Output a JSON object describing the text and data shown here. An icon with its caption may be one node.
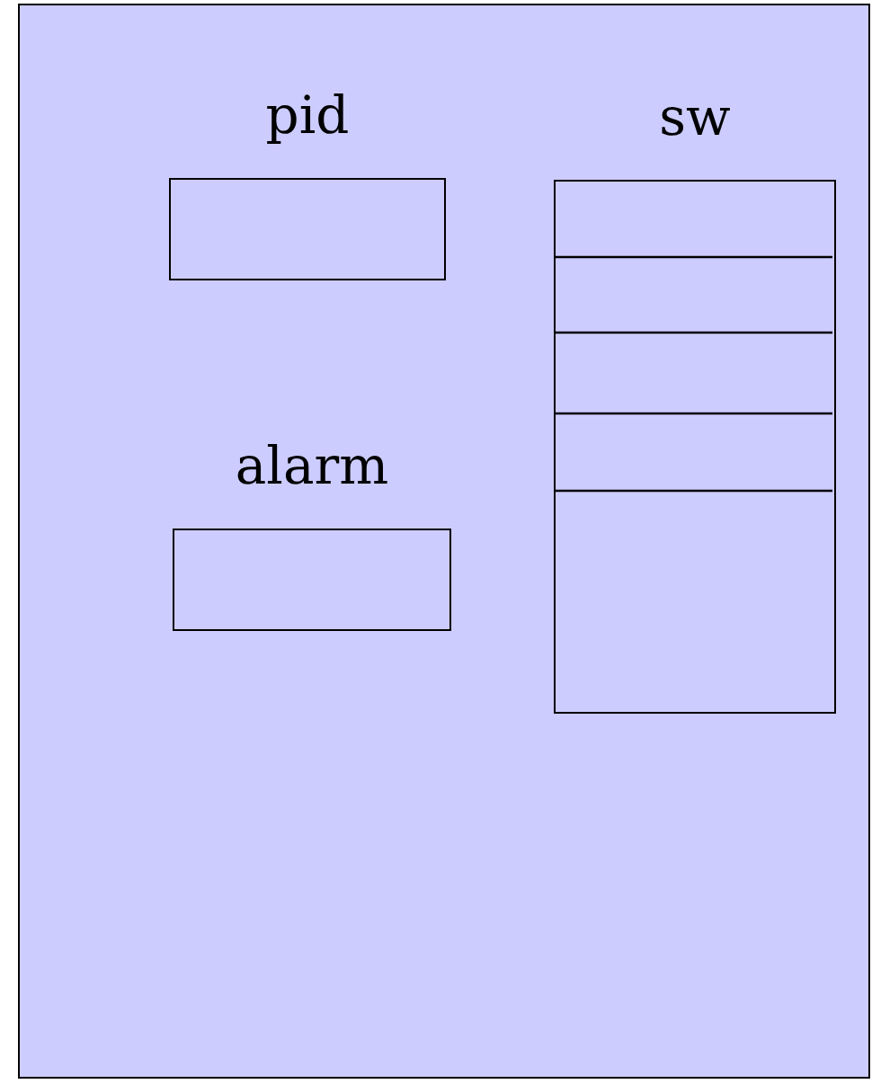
{
  "diagram": {
    "nodes": [
      {
        "text": [],
        "shape": "box"
      },
      {
        "text": [
          "pid"
        ],
        "in": 0
      },
      {
        "text": [
          "sw"
        ],
        "in": 0
      },
      {
        "text": [
          "alarm"
        ],
        "in": 0
      }
    ]
  }
}
